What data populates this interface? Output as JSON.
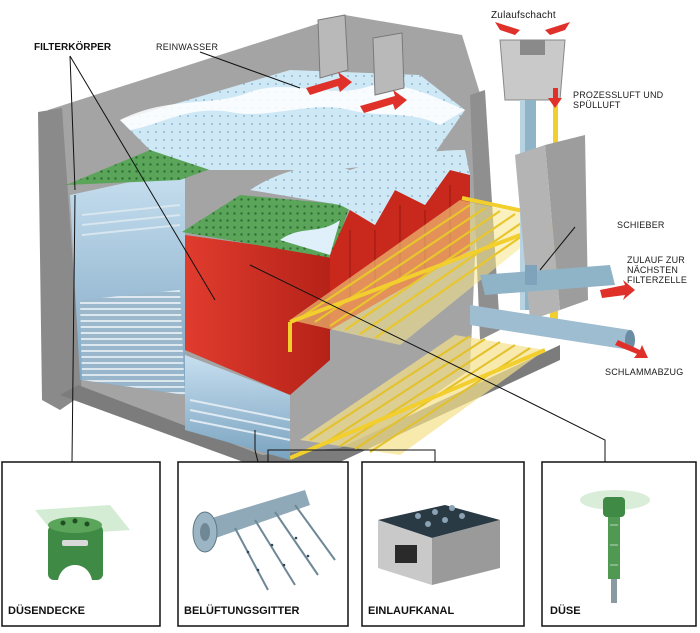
{
  "labels": {
    "filterkoerper": "FILTERKÖRPER",
    "reinwasser": "REINWASSER",
    "zulaufschacht": "Zulaufschacht",
    "prozessluft_line1": "PROZESSLUFT UND",
    "prozessluft_line2": "SPÜLLUFT",
    "schieber": "SCHIEBER",
    "zulauf_line1": "ZULAUF ZUR",
    "zulauf_line2": "NÄCHSTEN",
    "zulauf_line3": "FILTERZELLE",
    "schlammabzug": "SCHLAMMABZUG"
  },
  "detail_boxes": [
    {
      "id": "duesendecke",
      "label": "DÜSENDECKE",
      "icon": "nozzle-deck-icon"
    },
    {
      "id": "belueftungsgitter",
      "label": "BELÜFTUNGSGITTER",
      "icon": "aeration-grid-icon"
    },
    {
      "id": "einlaufkanal",
      "label": "EINLAUFKANAL",
      "icon": "inlet-channel-icon"
    },
    {
      "id": "duese",
      "label": "DÜSE",
      "icon": "nozzle-icon"
    }
  ],
  "colors": {
    "concrete": "#9a9a9a",
    "concrete_dark": "#6e6e6e",
    "water": "#bfe0f2",
    "media": "#5aa55a",
    "red_wall": "#d8332a",
    "yellow_pipe": "#f2d23a",
    "arrow_red": "#e0302a",
    "pipe_blue": "#8fb4c8"
  }
}
